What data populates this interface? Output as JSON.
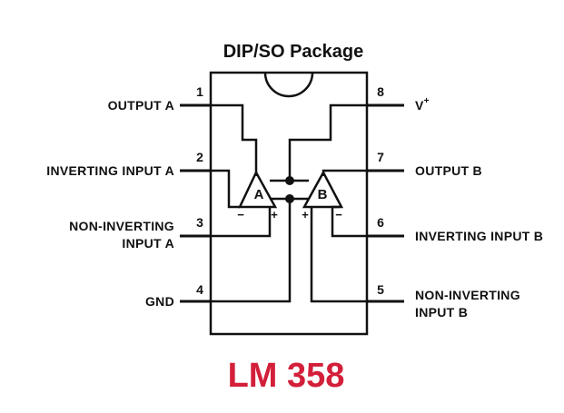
{
  "title": "DIP/SO Package",
  "part_name": "LM 358",
  "part_color": "#d31f3a",
  "line_color": "#111111",
  "pins": {
    "p1": {
      "number": "1",
      "label": "OUTPUT A"
    },
    "p2": {
      "number": "2",
      "label": "INVERTING INPUT A"
    },
    "p3": {
      "number": "3",
      "label_line1": "NON-INVERTING",
      "label_line2": "INPUT A"
    },
    "p4": {
      "number": "4",
      "label": "GND"
    },
    "p5": {
      "number": "5",
      "label_line1": "NON-INVERTING",
      "label_line2": "INPUT B"
    },
    "p6": {
      "number": "6",
      "label": "INVERTING INPUT B"
    },
    "p7": {
      "number": "7",
      "label": "OUTPUT B"
    },
    "p8": {
      "number": "8",
      "label": "V",
      "label_sup": "+"
    }
  },
  "amplifiers": {
    "a": {
      "name": "A",
      "minus": "−",
      "plus": "+"
    },
    "b": {
      "name": "B",
      "minus": "−",
      "plus": "+"
    }
  }
}
